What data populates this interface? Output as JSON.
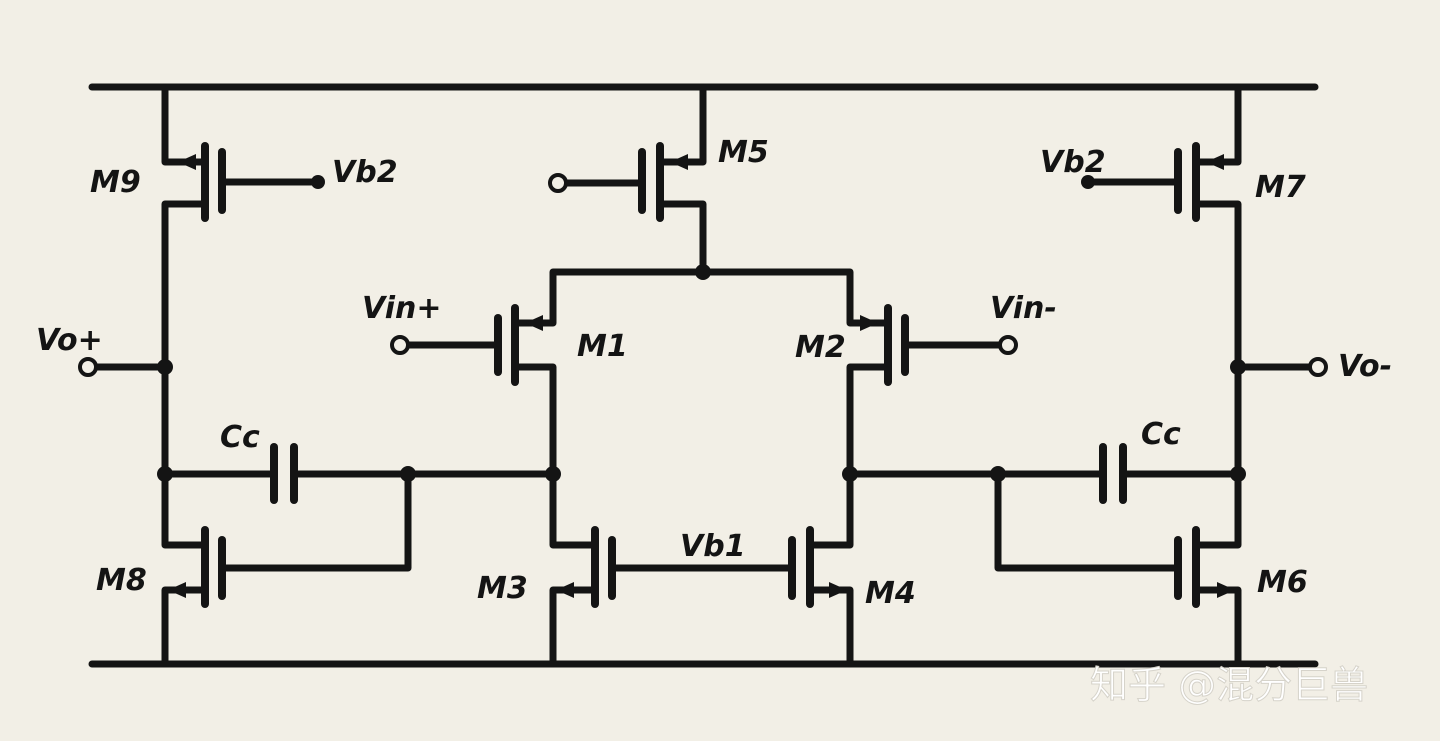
{
  "labels": {
    "m9": "M9",
    "m5": "M5",
    "m7": "M7",
    "m1": "M1",
    "m2": "M2",
    "m3": "M3",
    "m4": "M4",
    "m6": "M6",
    "m8": "M8",
    "vb2_left": "Vb2",
    "vb2_right": "Vb2",
    "vb1": "Vb1",
    "vin_plus": "Vin+",
    "vin_minus": "Vin-",
    "vo_plus": "Vo+",
    "vo_minus": "Vo-",
    "cc_left": "Cc",
    "cc_right": "Cc"
  },
  "watermark": "知乎 @混分巨兽",
  "colors": {
    "ink": "#141414",
    "paper": "#f2efe6"
  }
}
